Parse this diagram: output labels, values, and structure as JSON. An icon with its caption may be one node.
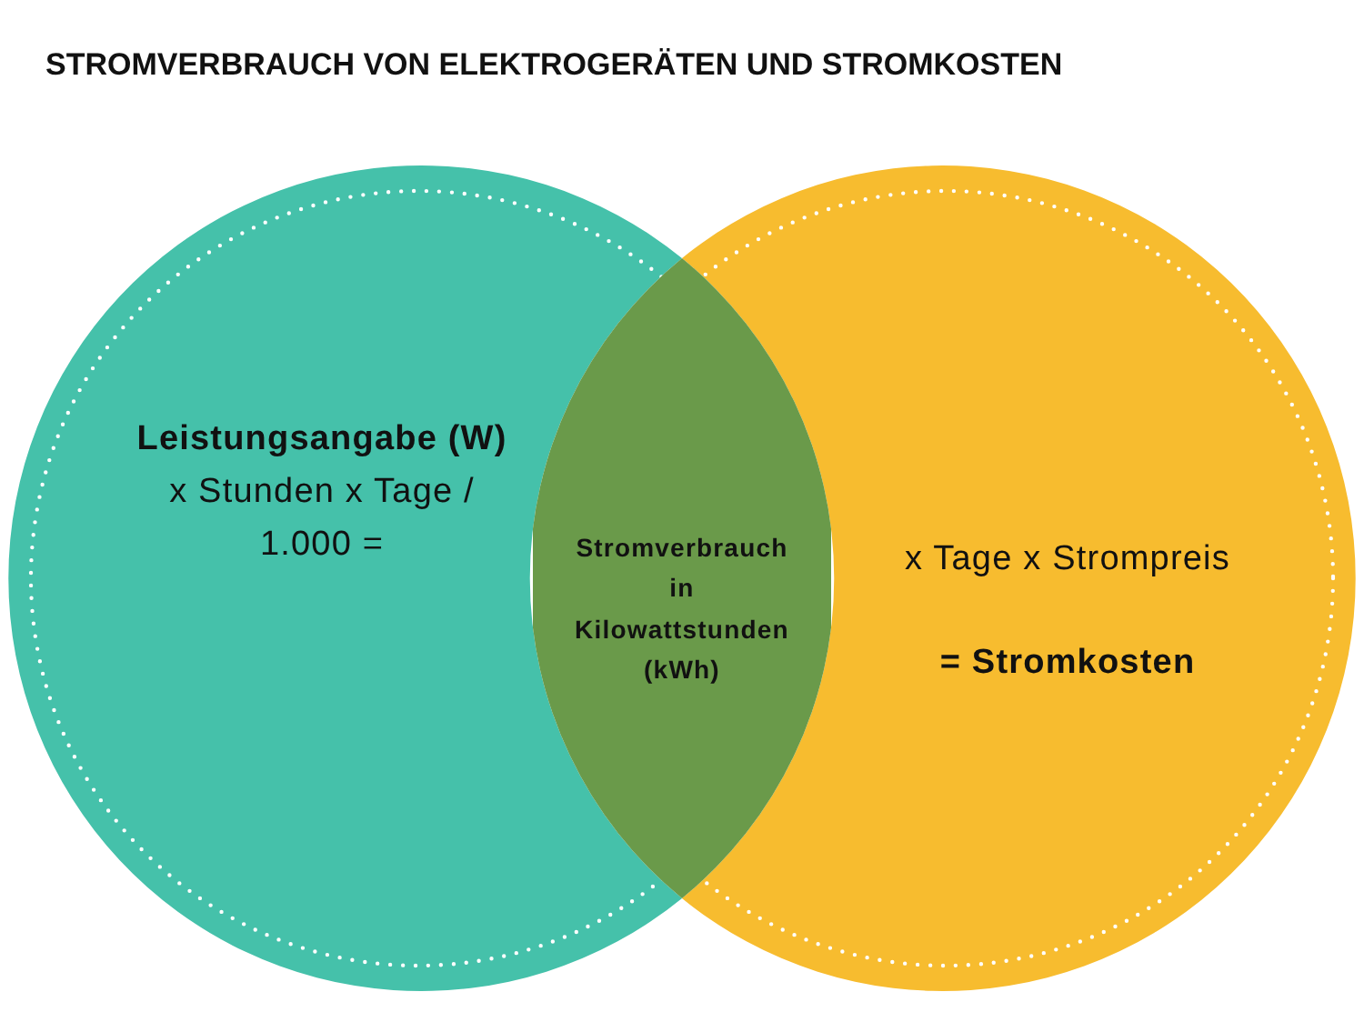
{
  "diagram": {
    "title": "STROMVERBRAUCH VON ELEKTROGERÄTEN UND STROMKOSTEN",
    "nodes": [
      {
        "text": [
          "Leistungsangabe (W)",
          "x Stunden x Tage / 1.000 ="
        ]
      },
      {
        "text": [
          "x Tage x Strompreis",
          "= Stromkosten"
        ]
      },
      {
        "text": [
          "Stromverbrauch in Kilowattstunden (kWh)"
        ]
      }
    ]
  }
}
